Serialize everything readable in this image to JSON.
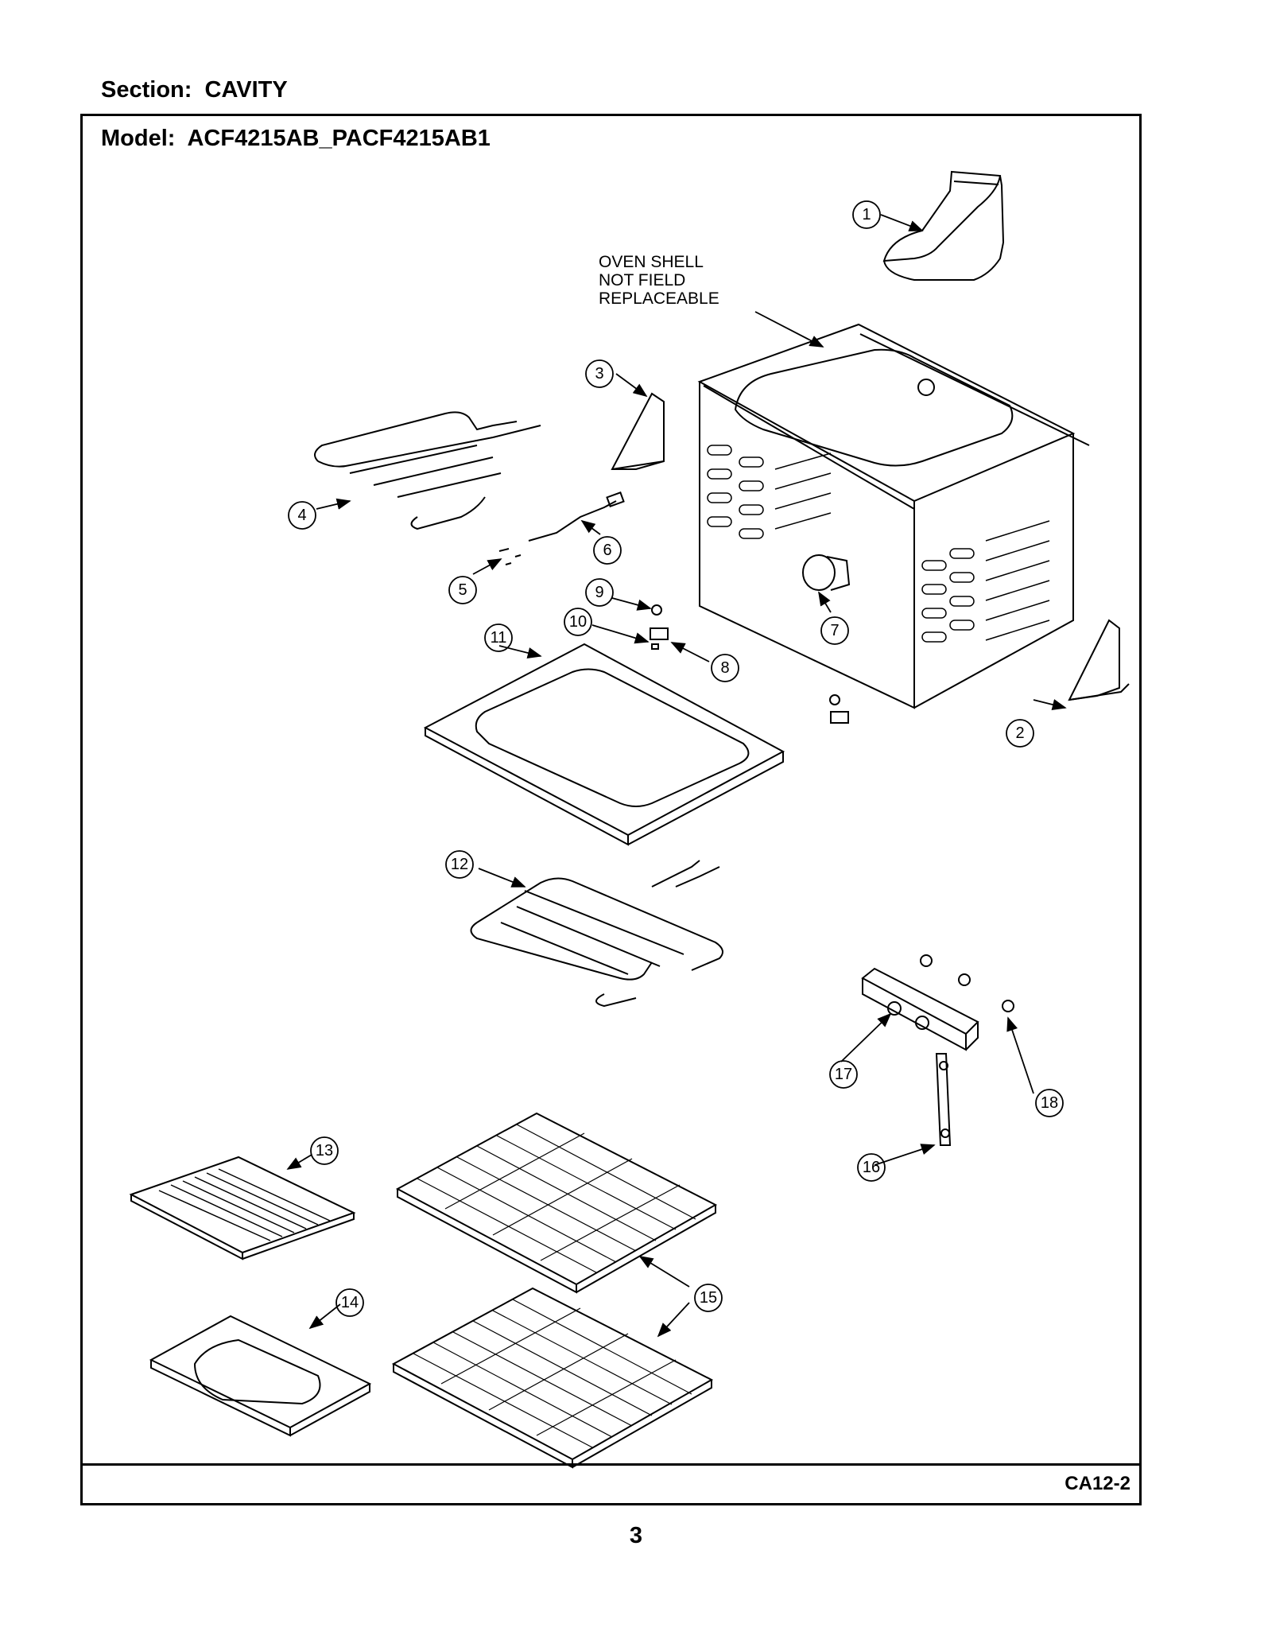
{
  "header": {
    "section": "Section:  CAVITY",
    "model": "Model:  ACF4215AB_PACF4215AB1"
  },
  "note": {
    "lines": [
      "OVEN SHELL",
      "NOT FIELD",
      "REPLACEABLE"
    ]
  },
  "footer": {
    "code": "CA12-2",
    "page": "3"
  },
  "callouts": [
    {
      "num": "1"
    },
    {
      "num": "2"
    },
    {
      "num": "3"
    },
    {
      "num": "4"
    },
    {
      "num": "5"
    },
    {
      "num": "6"
    },
    {
      "num": "7"
    },
    {
      "num": "8"
    },
    {
      "num": "9"
    },
    {
      "num": "10"
    },
    {
      "num": "11"
    },
    {
      "num": "12"
    },
    {
      "num": "13"
    },
    {
      "num": "14"
    },
    {
      "num": "15"
    },
    {
      "num": "16"
    },
    {
      "num": "17"
    },
    {
      "num": "18"
    }
  ]
}
